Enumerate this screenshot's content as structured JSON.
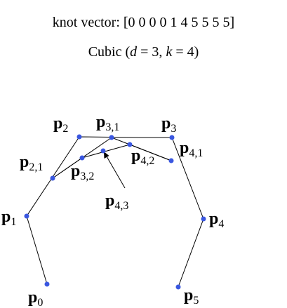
{
  "title_line1": "knot vector: [0 0 0 0 1 4 5 5 5 5]",
  "title_line2": {
    "prefix": "Cubic (",
    "d_var": "d",
    "d_eq": " = 3, ",
    "k_var": "k",
    "k_eq": " = 4)"
  },
  "diagram": {
    "point_color": "#3a57e0",
    "line_color": "#000000",
    "labels": {
      "p0": {
        "base": "p",
        "sub": "0"
      },
      "p1": {
        "base": "p",
        "sub": "1"
      },
      "p2": {
        "base": "p",
        "sub": "2"
      },
      "p3": {
        "base": "p",
        "sub": "3"
      },
      "p4": {
        "base": "p",
        "sub": "4"
      },
      "p5": {
        "base": "p",
        "sub": "5"
      },
      "p21": {
        "base": "p",
        "sub": "2,1"
      },
      "p31": {
        "base": "p",
        "sub": "3,1"
      },
      "p32": {
        "base": "p",
        "sub": "3,2"
      },
      "p41": {
        "base": "p",
        "sub": "4,1"
      },
      "p42": {
        "base": "p",
        "sub": "4,2"
      },
      "p43": {
        "base": "p",
        "sub": "4,3"
      }
    }
  }
}
